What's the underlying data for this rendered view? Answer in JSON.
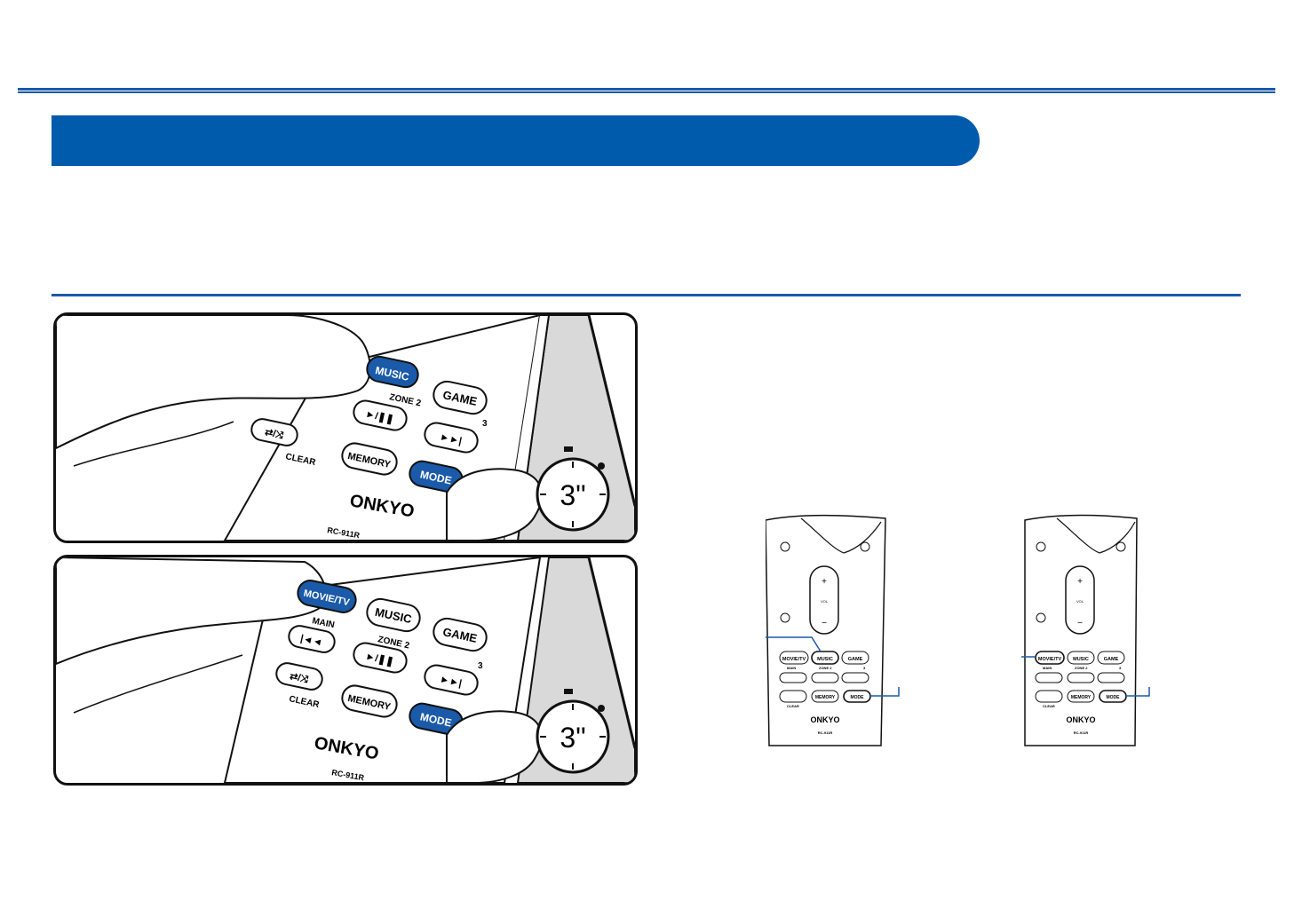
{
  "colors": {
    "accent": "#005bac",
    "rule": "#1a5aa8",
    "highlight": "#1a5aa8"
  },
  "illustration_top": {
    "buttons": {
      "music": "MUSIC",
      "game": "GAME",
      "zone2": "ZONE 2",
      "zone3": "3",
      "clear": "CLEAR",
      "memory": "MEMORY",
      "mode": "MODE"
    },
    "brand": "ONKYO",
    "model": "RC-911R",
    "timer": "3\""
  },
  "illustration_bottom": {
    "buttons": {
      "movie_tv": "MOVIE/TV",
      "main": "MAIN",
      "music": "MUSIC",
      "game": "GAME",
      "zone2": "ZONE 2",
      "zone3": "3",
      "clear": "CLEAR",
      "memory": "MEMORY",
      "mode": "MODE"
    },
    "brand": "ONKYO",
    "model": "RC-911R",
    "timer": "3\""
  },
  "remote_left": {
    "buttons": {
      "movie_tv": "MOVIE/TV",
      "music": "MUSIC",
      "game": "GAME",
      "memory": "MEMORY",
      "mode": "MODE"
    },
    "labels": {
      "main": "MAIN",
      "zone2": "ZONE 2",
      "zone3": "3",
      "clear": "CLEAR",
      "vol": "VOL"
    },
    "brand": "ONKYO",
    "model": "RC-911R"
  },
  "remote_right": {
    "buttons": {
      "movie_tv": "MOVIE/TV",
      "music": "MUSIC",
      "game": "GAME",
      "memory": "MEMORY",
      "mode": "MODE"
    },
    "labels": {
      "main": "MAIN",
      "zone2": "ZONE 2",
      "zone3": "3",
      "clear": "CLEAR",
      "vol": "VOL"
    },
    "brand": "ONKYO",
    "model": "RC-911R"
  }
}
